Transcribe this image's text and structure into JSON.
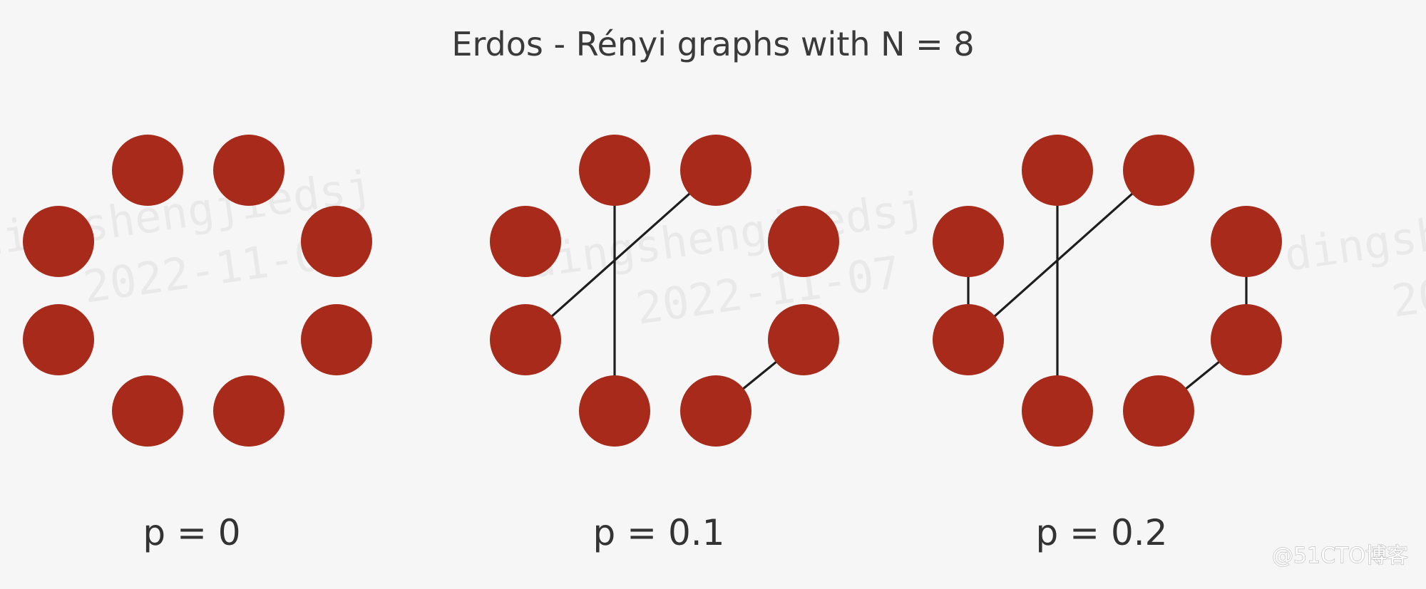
{
  "title": "Erdos - Rényi graphs with N = 8",
  "node_color": "#a72a1a",
  "edge_color": "#1e1e1e",
  "background_color": "#f6f6f6",
  "panels": [
    {
      "label": "p = 0",
      "edges": []
    },
    {
      "label": "p = 0.1",
      "edges": [
        [
          1,
          4
        ],
        [
          0,
          6
        ],
        [
          5,
          7
        ]
      ]
    },
    {
      "label": "p = 0.2",
      "edges": [
        [
          0,
          6
        ],
        [
          1,
          4
        ],
        [
          2,
          4
        ],
        [
          3,
          5
        ],
        [
          5,
          7
        ]
      ]
    }
  ],
  "watermark": {
    "lines": [
      "dingshengjiedsj",
      "2022-11-07"
    ]
  },
  "credit": "@51CTO博客"
}
